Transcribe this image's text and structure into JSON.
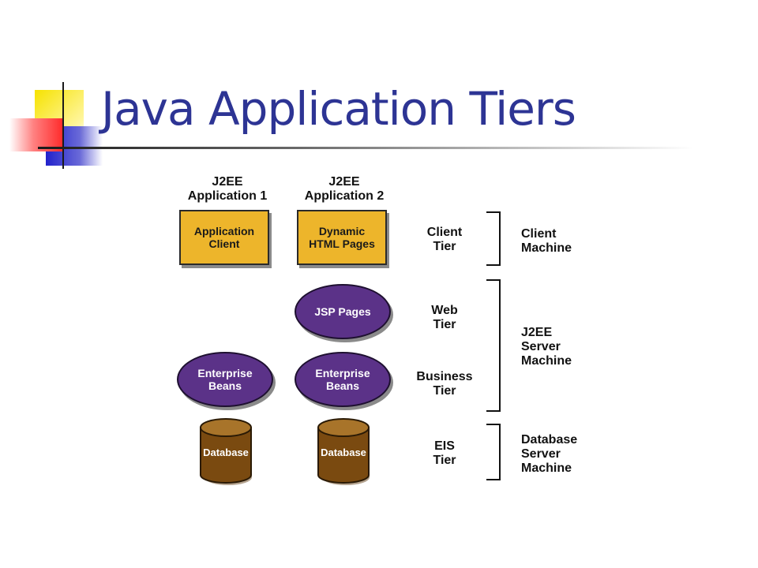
{
  "slide": {
    "title": "Java Application Tiers"
  },
  "diagram": {
    "columns": [
      {
        "header": "J2EE\nApplication 1"
      },
      {
        "header": "J2EE\nApplication 2"
      }
    ],
    "components": {
      "application_client": "Application\nClient",
      "dynamic_html_pages": "Dynamic\nHTML Pages",
      "jsp_pages": "JSP Pages",
      "enterprise_beans_1": "Enterprise\nBeans",
      "enterprise_beans_2": "Enterprise\nBeans",
      "database_1": "Database",
      "database_2": "Database"
    },
    "tiers": [
      {
        "label": "Client\nTier"
      },
      {
        "label": "Web\nTier"
      },
      {
        "label": "Business\nTier"
      },
      {
        "label": "EIS\nTier"
      }
    ],
    "machines": [
      {
        "label": "Client\nMachine"
      },
      {
        "label": "J2EE\nServer\nMachine"
      },
      {
        "label": "Database\nServer\nMachine"
      }
    ]
  },
  "colors": {
    "title": "#2d3494",
    "component_box": "#edb52b",
    "component_oval": "#5b3288",
    "database": "#7a4a10"
  }
}
